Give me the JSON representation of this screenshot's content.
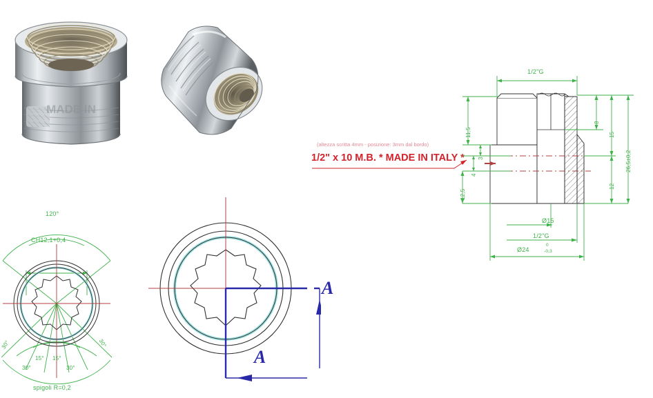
{
  "document": {
    "kind": "engineering-drawing",
    "subject": "chrome plated brass pipe extension fitting"
  },
  "photos": [
    {
      "name": "photo-fitting-front",
      "caption": ""
    },
    {
      "name": "photo-fitting-angled",
      "caption": ""
    }
  ],
  "marking_note": {
    "spec_line": "(altezza scritta 4mm - posizione: 3mm dal bordo)",
    "stamp_text": "1/2\" x 10 M.B. * MADE IN ITALY *"
  },
  "section_view": {
    "label_top": "A",
    "label_bottom": "A"
  },
  "hex_view": {
    "angle_top": "120°",
    "across_flats": "CH12,1+0,4",
    "angles": [
      "30°",
      "15°",
      "15°",
      "30°",
      "30°",
      "30°"
    ],
    "note": "spigoli  R=0,2"
  },
  "side_view": {
    "top_thread": "1/2\"G",
    "left_dims": [
      "11,5",
      "3",
      "4",
      "12,5"
    ],
    "right_dims": [
      "8",
      "15",
      "12"
    ],
    "overall": "26,5±0,2",
    "bore": "Ø15",
    "bottom_thread": "1/2\"G",
    "outer_dia": "Ø24",
    "outer_tol_up": "0",
    "outer_tol_lo": "-0,3"
  },
  "colors": {
    "dimension_green": "#3fb24a",
    "section_blue": "#2a2aa8",
    "centerline_red": "#b04040",
    "stamp_red": "#d2232a",
    "note_pink": "#e08a96",
    "part_outline": "#303030",
    "bore_cyan": "#9fe0e0"
  }
}
